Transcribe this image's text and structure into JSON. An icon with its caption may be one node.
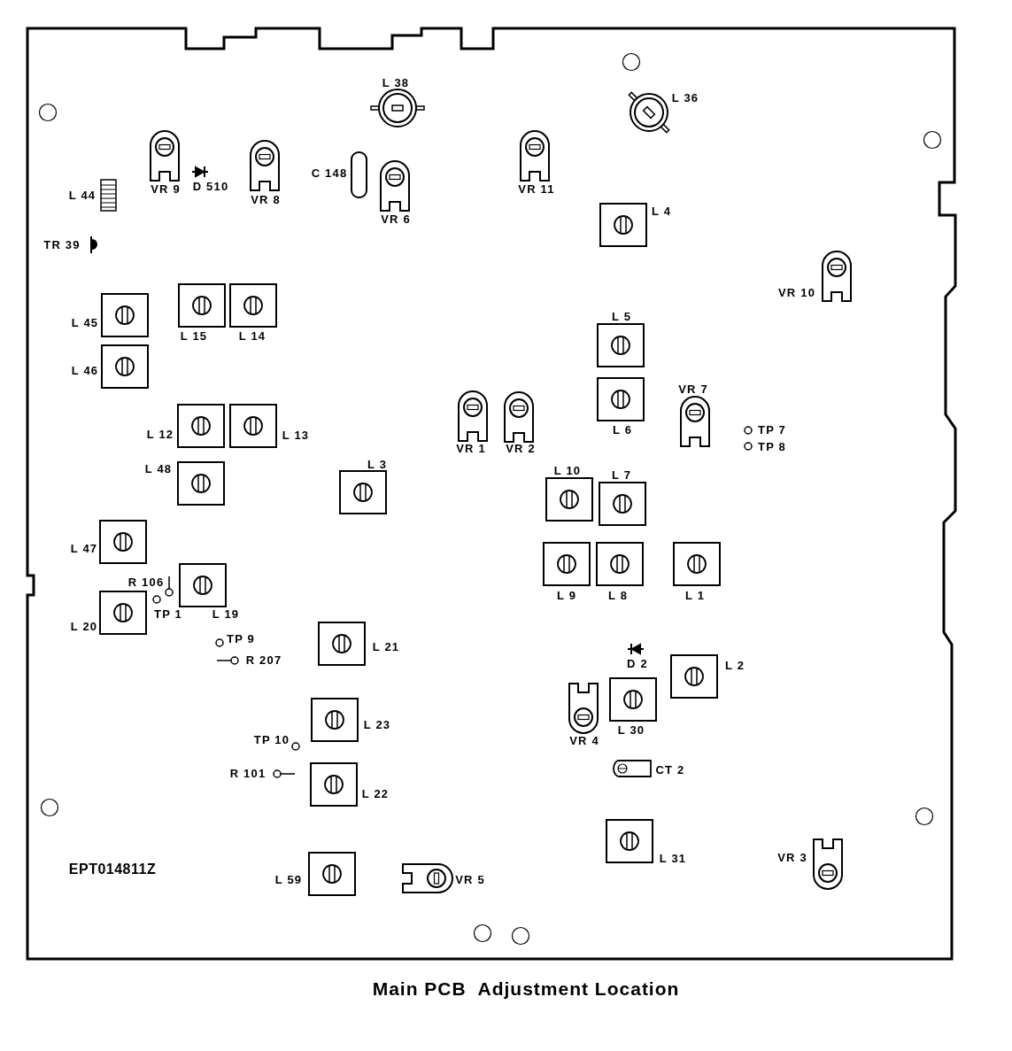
{
  "diagram": {
    "caption": "Main PCB  Adjustment Location",
    "labels": [
      "L 38",
      "L 36",
      "C 148",
      "VR 9",
      "D 510",
      "VR 11",
      "L 44",
      "VR 8",
      "L 4",
      "VR 6",
      "TR 39",
      "VR 10",
      "L 5",
      "L 45",
      "L 15",
      "L 14",
      "L 46",
      "VR 7",
      "L 6",
      "TP 7",
      "L 12",
      "L 13",
      "VR 1",
      "VR 2",
      "TP 8",
      "L 3",
      "L 48",
      "L 10",
      "L 7",
      "L 47",
      "R 106",
      "L 9",
      "L 8",
      "L 1",
      "TP 1",
      "L 19",
      "L 20",
      "TP 9",
      "L 21",
      "R 207",
      "D 2",
      "L 2",
      "L 23",
      "L 30",
      "TP 10",
      "VR 4",
      "CT 2",
      "R 101",
      "L 22",
      "L 31",
      "VR 3",
      "EPT014811Z",
      "L 59",
      "VR 5"
    ]
  }
}
